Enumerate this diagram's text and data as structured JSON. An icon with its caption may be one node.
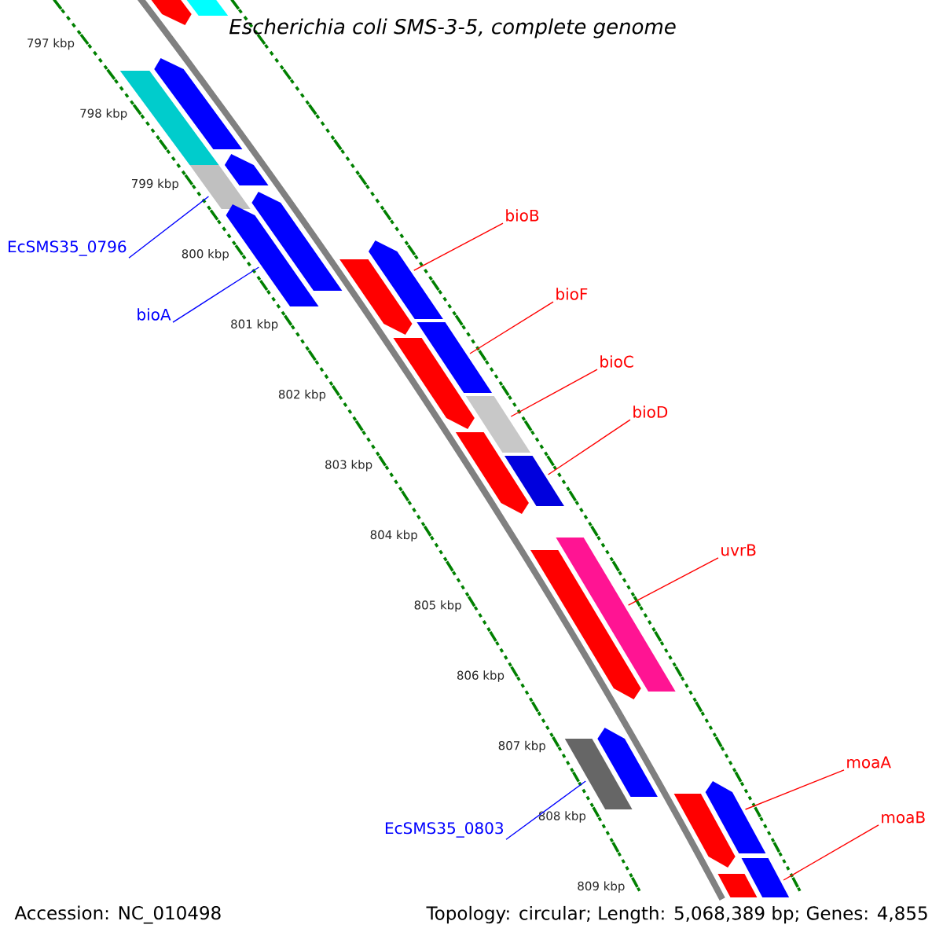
{
  "diagram": {
    "title": "Escherichia coli SMS-3-5, complete genome",
    "nodes": [
      {
        "text": [
          "bioB"
        ]
      },
      {
        "text": [
          "EcSMS35_0796"
        ]
      },
      {
        "text": [
          "bioF"
        ]
      },
      {
        "text": [
          "bioA"
        ]
      },
      {
        "text": [
          "bioC"
        ]
      },
      {
        "text": [
          "bioD"
        ]
      },
      {
        "text": [
          "uvrB"
        ]
      },
      {
        "text": [
          "moaA"
        ]
      },
      {
        "text": [
          "moaB"
        ]
      },
      {
        "text": [
          "EcSMS35_0803"
        ]
      },
      {
        "text": [],
        "shape": "bar"
      },
      {
        "text": [],
        "shape": "bar"
      },
      {
        "text": [],
        "shape": "bar"
      },
      {
        "text": [],
        "shape": "bar"
      },
      {
        "text": [],
        "shape": "bar"
      },
      {
        "text": [],
        "shape": "bar"
      },
      {
        "text": [],
        "shape": "bar"
      },
      {
        "text": [],
        "shape": "bar"
      },
      {
        "text": [],
        "shape": "bar"
      },
      {
        "text": [],
        "shape": "bar"
      },
      {
        "text": [],
        "shape": "bar"
      },
      {
        "text": [],
        "shape": "bar"
      },
      {
        "text": [],
        "shape": "bar"
      },
      {
        "text": [],
        "shape": "bar"
      },
      {
        "text": [],
        "shape": "bar"
      },
      {
        "text": [],
        "shape": "bar"
      },
      {
        "text": [],
        "shape": "bar"
      },
      {
        "text": [],
        "shape": "bar"
      },
      {
        "text": [],
        "shape": "bar"
      },
      {
        "text": [],
        "shape": "bar"
      },
      {
        "text": [],
        "shape": "bar"
      },
      {
        "text": [],
        "shape": "bar"
      },
      {
        "text": [],
        "shape": "bar"
      }
    ],
    "edges": [
      {
        "from": 0,
        "to": 21,
        "arrow": "none"
      },
      {
        "from": 1,
        "to": 15,
        "arrow": "none",
        "color": "#0000ff"
      },
      {
        "from": 2,
        "to": 22,
        "arrow": "none"
      },
      {
        "from": 3,
        "to": 17,
        "arrow": "none",
        "color": "#0000ff"
      },
      {
        "from": 4,
        "to": 23,
        "arrow": "none"
      },
      {
        "from": 5,
        "to": 24,
        "arrow": "none"
      },
      {
        "from": 6,
        "to": 26,
        "arrow": "none"
      },
      {
        "from": 7,
        "to": 29,
        "arrow": "none"
      },
      {
        "from": 8,
        "to": 31,
        "arrow": "none"
      },
      {
        "from": 9,
        "to": 27,
        "arrow": "none",
        "color": "#0000ff"
      }
    ],
    "labels": [
      "797 kbp",
      "798 kbp",
      "799 kbp",
      "800 kbp",
      "801 kbp",
      "802 kbp",
      "803 kbp",
      "804 kbp",
      "805 kbp",
      "806 kbp",
      "807 kbp",
      "808 kbp",
      "809 kbp",
      "Accession: NC_010498",
      "Topology: circular; Length: 5,068,389 bp; Genes: 4,855"
    ]
  }
}
